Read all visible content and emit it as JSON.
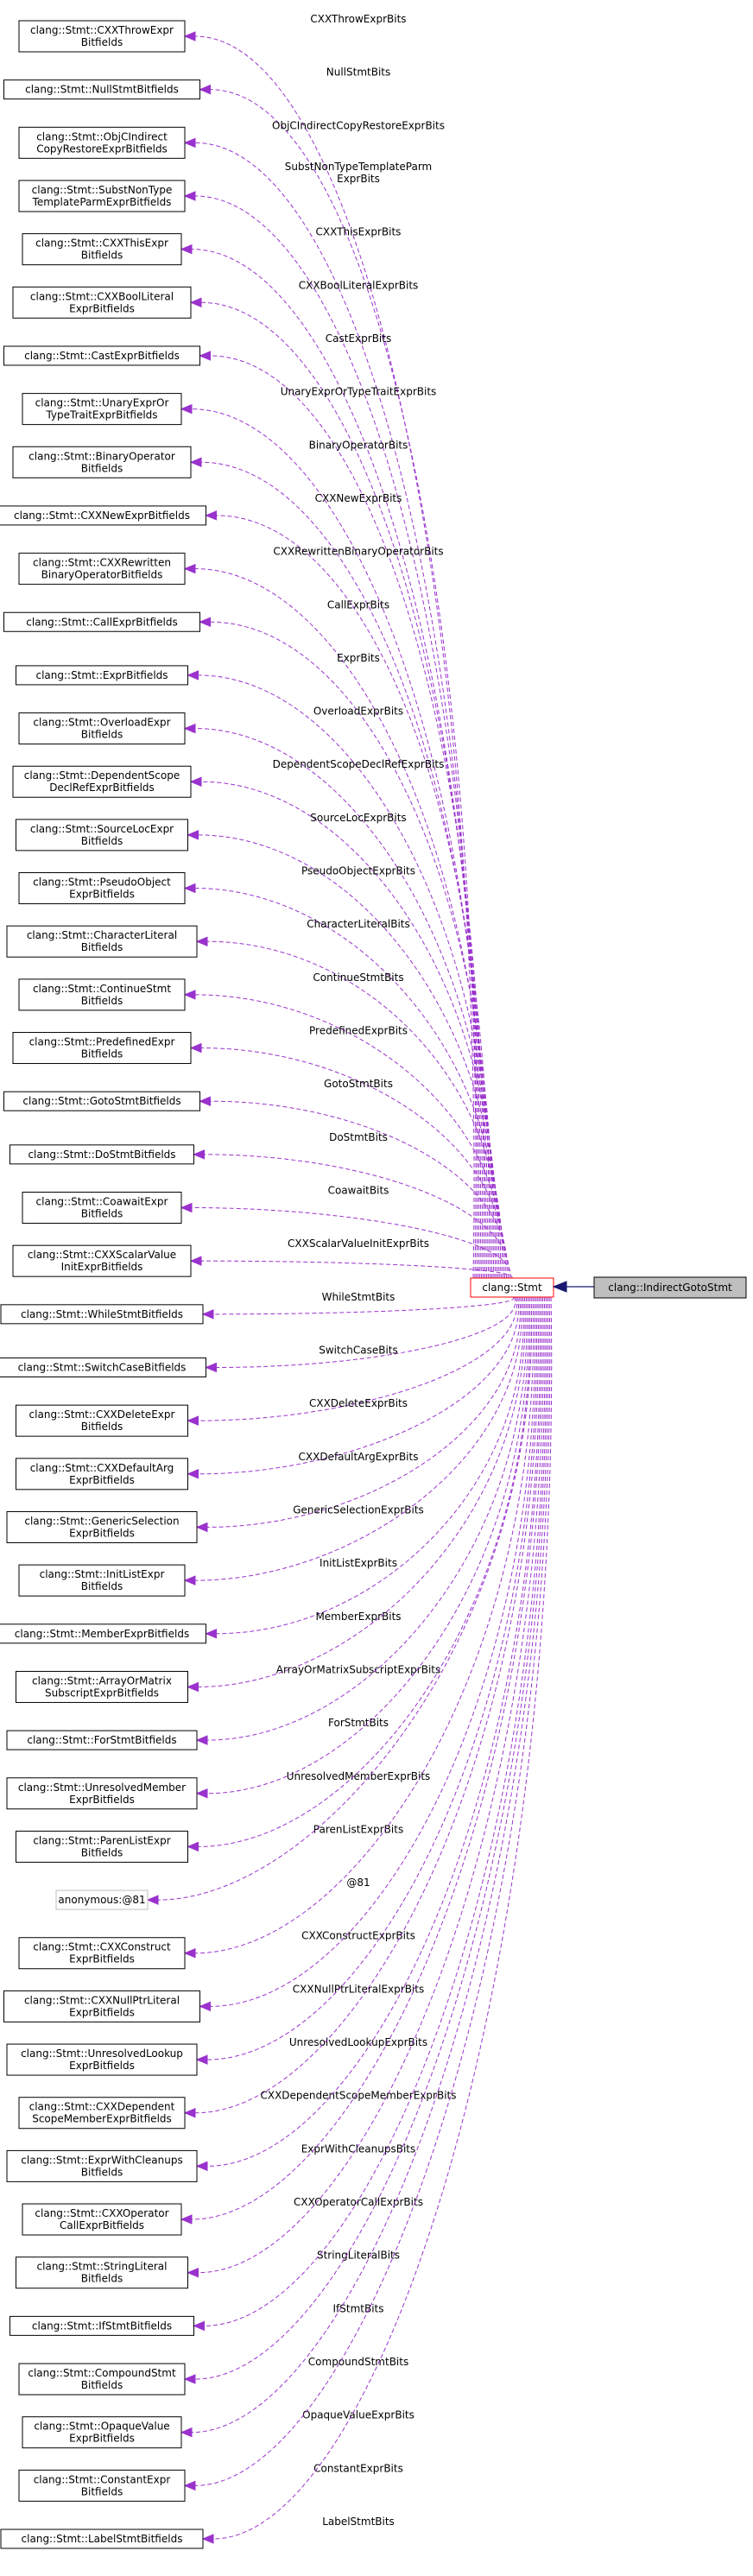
{
  "center": {
    "label": "clang::Stmt",
    "border_color": "#ff0000"
  },
  "subject": {
    "label": "clang::IndirectGotoStmt",
    "fill_color": "#bfbfbf"
  },
  "colors": {
    "edge": "#9a32cd",
    "arrow_to_subject": "#191970",
    "node_border": "#000000",
    "anonymous_border": "#bfbfbf"
  },
  "members": [
    {
      "node": [
        "clang::Stmt::CXXThrowExpr",
        "Bitfields"
      ],
      "label": [
        "CXXThrowExprBits"
      ]
    },
    {
      "node": [
        "clang::Stmt::NullStmtBitfields"
      ],
      "label": [
        "NullStmtBits"
      ]
    },
    {
      "node": [
        "clang::Stmt::ObjCIndirect",
        "CopyRestoreExprBitfields"
      ],
      "label": [
        "ObjCIndirectCopyRestoreExprBits"
      ]
    },
    {
      "node": [
        "clang::Stmt::SubstNonType",
        "TemplateParmExprBitfields"
      ],
      "label": [
        "SubstNonTypeTemplateParm",
        "ExprBits"
      ]
    },
    {
      "node": [
        "clang::Stmt::CXXThisExpr",
        "Bitfields"
      ],
      "label": [
        "CXXThisExprBits"
      ]
    },
    {
      "node": [
        "clang::Stmt::CXXBoolLiteral",
        "ExprBitfields"
      ],
      "label": [
        "CXXBoolLiteralExprBits"
      ]
    },
    {
      "node": [
        "clang::Stmt::CastExprBitfields"
      ],
      "label": [
        "CastExprBits"
      ]
    },
    {
      "node": [
        "clang::Stmt::UnaryExprOr",
        "TypeTraitExprBitfields"
      ],
      "label": [
        "UnaryExprOrTypeTraitExprBits"
      ]
    },
    {
      "node": [
        "clang::Stmt::BinaryOperator",
        "Bitfields"
      ],
      "label": [
        "BinaryOperatorBits"
      ]
    },
    {
      "node": [
        "clang::Stmt::CXXNewExprBitfields"
      ],
      "label": [
        "CXXNewExprBits"
      ]
    },
    {
      "node": [
        "clang::Stmt::CXXRewritten",
        "BinaryOperatorBitfields"
      ],
      "label": [
        "CXXRewrittenBinaryOperatorBits"
      ]
    },
    {
      "node": [
        "clang::Stmt::CallExprBitfields"
      ],
      "label": [
        "CallExprBits"
      ]
    },
    {
      "node": [
        "clang::Stmt::ExprBitfields"
      ],
      "label": [
        "ExprBits"
      ]
    },
    {
      "node": [
        "clang::Stmt::OverloadExpr",
        "Bitfields"
      ],
      "label": [
        "OverloadExprBits"
      ]
    },
    {
      "node": [
        "clang::Stmt::DependentScope",
        "DeclRefExprBitfields"
      ],
      "label": [
        "DependentScopeDeclRefExprBits"
      ]
    },
    {
      "node": [
        "clang::Stmt::SourceLocExpr",
        "Bitfields"
      ],
      "label": [
        "SourceLocExprBits"
      ]
    },
    {
      "node": [
        "clang::Stmt::PseudoObject",
        "ExprBitfields"
      ],
      "label": [
        "PseudoObjectExprBits"
      ]
    },
    {
      "node": [
        "clang::Stmt::CharacterLiteral",
        "Bitfields"
      ],
      "label": [
        "CharacterLiteralBits"
      ]
    },
    {
      "node": [
        "clang::Stmt::ContinueStmt",
        "Bitfields"
      ],
      "label": [
        "ContinueStmtBits"
      ]
    },
    {
      "node": [
        "clang::Stmt::PredefinedExpr",
        "Bitfields"
      ],
      "label": [
        "PredefinedExprBits"
      ]
    },
    {
      "node": [
        "clang::Stmt::GotoStmtBitfields"
      ],
      "label": [
        "GotoStmtBits"
      ]
    },
    {
      "node": [
        "clang::Stmt::DoStmtBitfields"
      ],
      "label": [
        "DoStmtBits"
      ]
    },
    {
      "node": [
        "clang::Stmt::CoawaitExpr",
        "Bitfields"
      ],
      "label": [
        "CoawaitBits"
      ]
    },
    {
      "node": [
        "clang::Stmt::CXXScalarValue",
        "InitExprBitfields"
      ],
      "label": [
        "CXXScalarValueInitExprBits"
      ]
    },
    {
      "node": [
        "clang::Stmt::WhileStmtBitfields"
      ],
      "label": [
        "WhileStmtBits"
      ]
    },
    {
      "node": [
        "clang::Stmt::SwitchCaseBitfields"
      ],
      "label": [
        "SwitchCaseBits"
      ]
    },
    {
      "node": [
        "clang::Stmt::CXXDeleteExpr",
        "Bitfields"
      ],
      "label": [
        "CXXDeleteExprBits"
      ]
    },
    {
      "node": [
        "clang::Stmt::CXXDefaultArg",
        "ExprBitfields"
      ],
      "label": [
        "CXXDefaultArgExprBits"
      ]
    },
    {
      "node": [
        "clang::Stmt::GenericSelection",
        "ExprBitfields"
      ],
      "label": [
        "GenericSelectionExprBits"
      ]
    },
    {
      "node": [
        "clang::Stmt::InitListExpr",
        "Bitfields"
      ],
      "label": [
        "InitListExprBits"
      ]
    },
    {
      "node": [
        "clang::Stmt::MemberExprBitfields"
      ],
      "label": [
        "MemberExprBits"
      ]
    },
    {
      "node": [
        "clang::Stmt::ArrayOrMatrix",
        "SubscriptExprBitfields"
      ],
      "label": [
        "ArrayOrMatrixSubscriptExprBits"
      ]
    },
    {
      "node": [
        "clang::Stmt::ForStmtBitfields"
      ],
      "label": [
        "ForStmtBits"
      ]
    },
    {
      "node": [
        "clang::Stmt::UnresolvedMember",
        "ExprBitfields"
      ],
      "label": [
        "UnresolvedMemberExprBits"
      ]
    },
    {
      "node": [
        "clang::Stmt::ParenListExpr",
        "Bitfields"
      ],
      "label": [
        "ParenListExprBits"
      ]
    },
    {
      "node": [
        "anonymous:@81"
      ],
      "label": [
        "@81"
      ],
      "anonymous": true
    },
    {
      "node": [
        "clang::Stmt::CXXConstruct",
        "ExprBitfields"
      ],
      "label": [
        "CXXConstructExprBits"
      ]
    },
    {
      "node": [
        "clang::Stmt::CXXNullPtrLiteral",
        "ExprBitfields"
      ],
      "label": [
        "CXXNullPtrLiteralExprBits"
      ]
    },
    {
      "node": [
        "clang::Stmt::UnresolvedLookup",
        "ExprBitfields"
      ],
      "label": [
        "UnresolvedLookupExprBits"
      ]
    },
    {
      "node": [
        "clang::Stmt::CXXDependent",
        "ScopeMemberExprBitfields"
      ],
      "label": [
        "CXXDependentScopeMemberExprBits"
      ]
    },
    {
      "node": [
        "clang::Stmt::ExprWithCleanups",
        "Bitfields"
      ],
      "label": [
        "ExprWithCleanupsBits"
      ]
    },
    {
      "node": [
        "clang::Stmt::CXXOperator",
        "CallExprBitfields"
      ],
      "label": [
        "CXXOperatorCallExprBits"
      ]
    },
    {
      "node": [
        "clang::Stmt::StringLiteral",
        "Bitfields"
      ],
      "label": [
        "StringLiteralBits"
      ]
    },
    {
      "node": [
        "clang::Stmt::IfStmtBitfields"
      ],
      "label": [
        "IfStmtBits"
      ]
    },
    {
      "node": [
        "clang::Stmt::CompoundStmt",
        "Bitfields"
      ],
      "label": [
        "CompoundStmtBits"
      ]
    },
    {
      "node": [
        "clang::Stmt::OpaqueValue",
        "ExprBitfields"
      ],
      "label": [
        "OpaqueValueExprBits"
      ]
    },
    {
      "node": [
        "clang::Stmt::ConstantExpr",
        "Bitfields"
      ],
      "label": [
        "ConstantExprBits"
      ]
    },
    {
      "node": [
        "clang::Stmt::LabelStmtBitfields"
      ],
      "label": [
        "LabelStmtBits"
      ]
    }
  ]
}
